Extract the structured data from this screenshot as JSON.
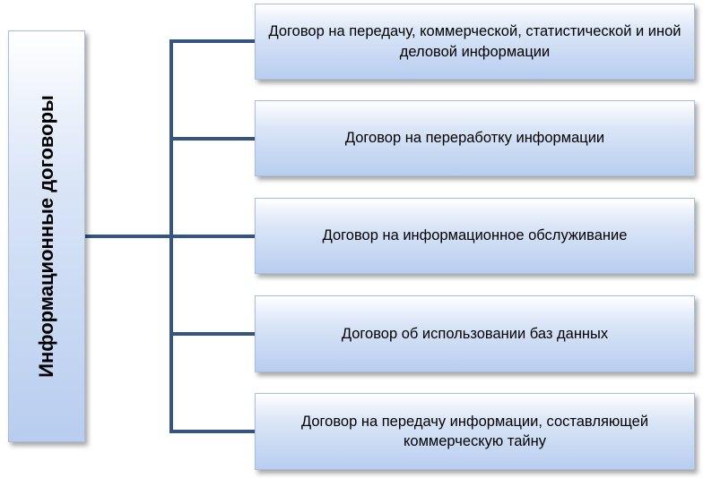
{
  "diagram": {
    "root": {
      "label": "Информационные договоры"
    },
    "children": [
      {
        "label": "Договор на передачу, коммерческой, статистической и иной деловой информации"
      },
      {
        "label": "Договор на переработку информации"
      },
      {
        "label": "Договор на информационное обслуживание"
      },
      {
        "label": "Договор об использовании баз данных"
      },
      {
        "label": "Договор на передачу информации, составляющей коммерческую тайну"
      }
    ],
    "connector_color": "#35547f"
  }
}
